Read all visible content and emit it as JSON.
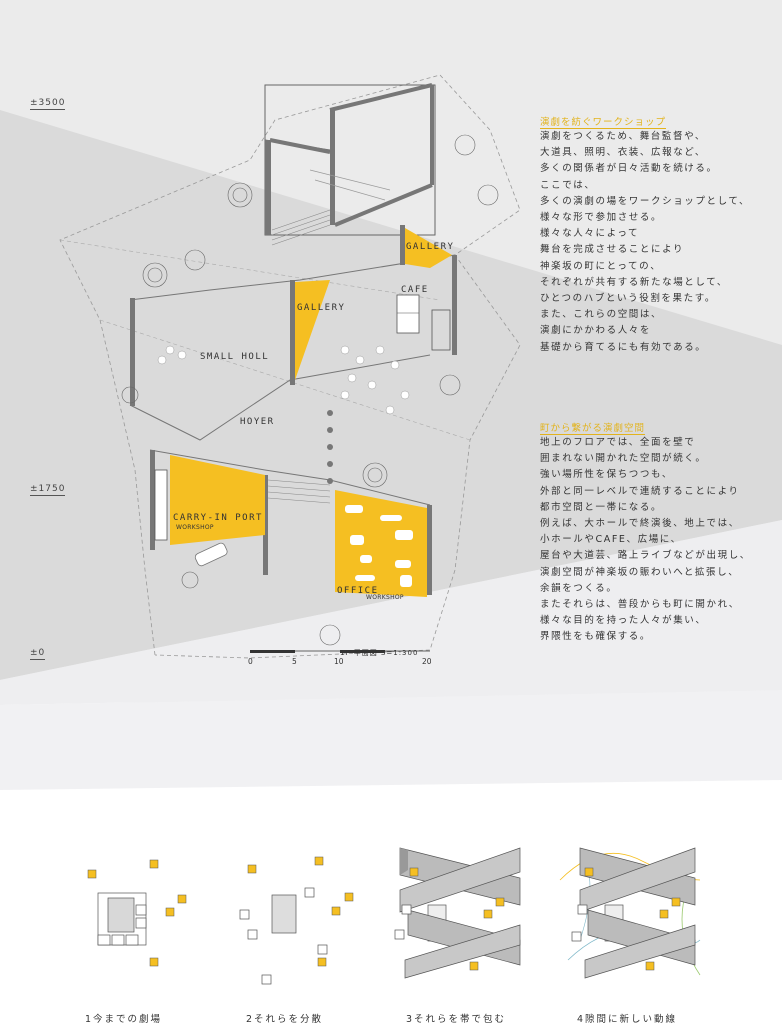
{
  "levels": {
    "top": "±3500",
    "mid": "±1750",
    "bottom": "±0"
  },
  "plan": {
    "labels": {
      "gallery_upper": "GALLERY",
      "gallery_lower": "GALLERY",
      "cafe": "CAFE",
      "small_holl": "SMALL HOLL",
      "hoyer": "HOYER",
      "carry_in": "CARRY-IN PORT",
      "carry_in_sub": "WORKSHOP",
      "office": "OFFICE",
      "office_sub": "WORKSHOP"
    },
    "scale_title": "1F 平面図 S=1:300",
    "scale_ticks": [
      "0",
      "5",
      "10",
      "20"
    ]
  },
  "section1": {
    "title": "演劇を紡ぐワークショップ",
    "lines": [
      "演劇をつくるため、舞台監督や、",
      "大道具、照明、衣装、広報など、",
      "多くの関係者が日々活動を続ける。",
      "ここでは、",
      "多くの演劇の場をワークショップとして、",
      "様々な形で参加させる。",
      "様々な人々によって",
      "舞台を完成させることにより",
      "神楽坂の町にとっての、",
      "それぞれが共有する新たな場として、",
      "ひとつのハブという役割を果たす。",
      "また、これらの空間は、",
      "演劇にかかわる人々を",
      "基礎から育てるにも有効である。"
    ]
  },
  "section2": {
    "title": "町から繋がる演劇空間",
    "lines": [
      "地上のフロアでは、全面を壁で",
      "囲まれない開かれた空間が続く。",
      "強い場所性を保ちつつも、",
      "外部と同一レベルで連続することにより",
      "都市空間と一帯になる。",
      "例えば、大ホールで終演後、地上では、",
      "小ホールやCAFE、広場に、",
      "屋台や大道芸、路上ライブなどが出現し、",
      "演劇空間が神楽坂の賑わいへと拡張し、",
      "余韻をつくる。",
      "またそれらは、普段からも町に開かれ、",
      "様々な目的を持った人々が集い、",
      "界隈性をも確保する。"
    ]
  },
  "diagrams": [
    {
      "caption": "1今までの劇場"
    },
    {
      "caption": "2それらを分散"
    },
    {
      "caption": "3それらを帯で包む"
    },
    {
      "caption": "4隙間に新しい動線"
    }
  ],
  "colors": {
    "accent": "#f5bf22",
    "band_dark": "#dadada",
    "band_light": "#ebebeb",
    "band_pale": "#f1f1f3",
    "wall": "#777777"
  }
}
